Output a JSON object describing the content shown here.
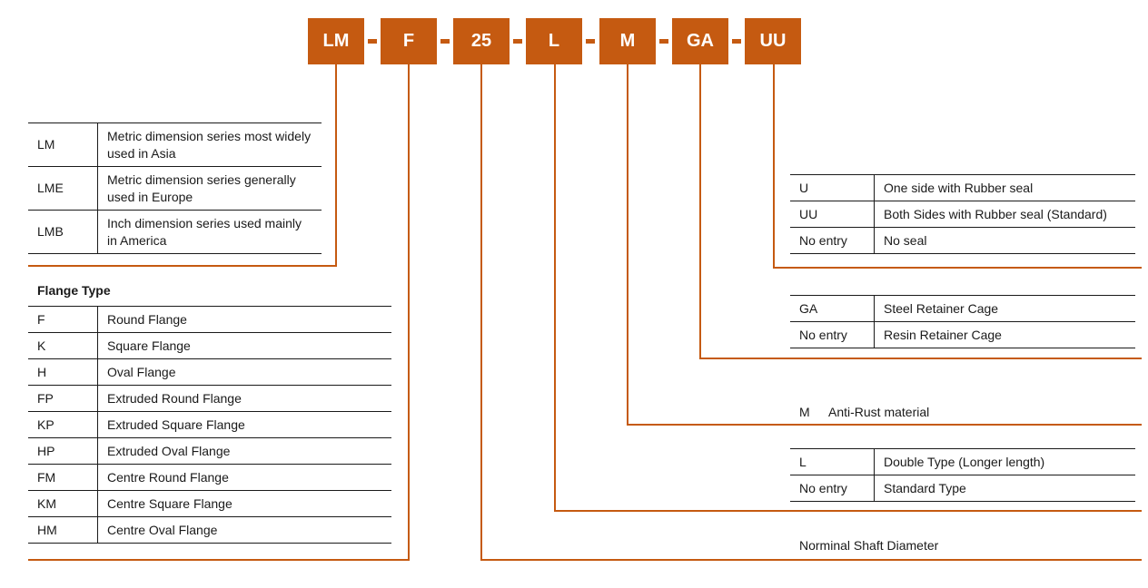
{
  "code_boxes": [
    "LM",
    "F",
    "25",
    "L",
    "M",
    "GA",
    "UU"
  ],
  "series": {
    "rows": [
      {
        "code": "LM",
        "desc": "Metric dimension series most widely used in Asia"
      },
      {
        "code": "LME",
        "desc": "Metric dimension series generally used in Europe"
      },
      {
        "code": "LMB",
        "desc": "Inch dimension series used mainly in America"
      }
    ]
  },
  "flange": {
    "title": "Flange Type",
    "rows": [
      {
        "code": "F",
        "desc": "Round Flange"
      },
      {
        "code": "K",
        "desc": "Square Flange"
      },
      {
        "code": "H",
        "desc": "Oval Flange"
      },
      {
        "code": "FP",
        "desc": "Extruded Round Flange"
      },
      {
        "code": "KP",
        "desc": "Extruded Square Flange"
      },
      {
        "code": "HP",
        "desc": "Extruded Oval Flange"
      },
      {
        "code": "FM",
        "desc": "Centre Round Flange"
      },
      {
        "code": "KM",
        "desc": "Centre Square Flange"
      },
      {
        "code": "HM",
        "desc": "Centre Oval Flange"
      }
    ]
  },
  "seal": {
    "rows": [
      {
        "code": "U",
        "desc": "One side with Rubber seal"
      },
      {
        "code": "UU",
        "desc": "Both Sides with Rubber seal (Standard)"
      },
      {
        "code": "No entry",
        "desc": "No seal"
      }
    ]
  },
  "cage": {
    "rows": [
      {
        "code": "GA",
        "desc": "Steel Retainer Cage"
      },
      {
        "code": "No entry",
        "desc": "Resin Retainer Cage"
      }
    ]
  },
  "material": {
    "code": "M",
    "desc": "Anti-Rust material"
  },
  "length": {
    "rows": [
      {
        "code": "L",
        "desc": "Double Type (Longer length)"
      },
      {
        "code": "No entry",
        "desc": "Standard Type"
      }
    ]
  },
  "shaft": {
    "label": "Norminal Shaft Diameter"
  },
  "colors": {
    "accent": "#c55a11",
    "text": "#1a1a1a"
  }
}
